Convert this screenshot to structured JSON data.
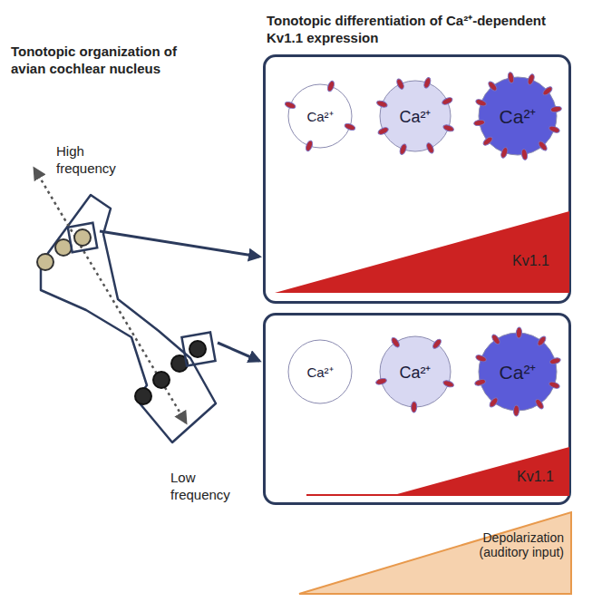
{
  "diagram": {
    "nodes": [
      {
        "text": []
      },
      {
        "text": [
          "Ca²⁺"
        ],
        "in": 0
      },
      {
        "text": [
          "Ca²⁺"
        ],
        "in": 0
      },
      {
        "text": [
          "Ca²⁺"
        ],
        "in": 0
      },
      {
        "text": [
          "Kv1.1"
        ],
        "in": 0
      },
      {
        "text": []
      },
      {
        "text": [
          "Ca²⁺"
        ],
        "in": 5
      },
      {
        "text": [
          "Ca²⁺"
        ],
        "in": 5
      },
      {
        "text": [
          "Ca²⁺"
        ],
        "in": 5
      },
      {
        "text": [
          "Kv1.1"
        ],
        "in": 5
      },
      {
        "text": [
          "Depolarization (auditory input)"
        ]
      }
    ],
    "edges": [],
    "labels": [
      "Tonotopic organization of avian cochlear nucleus",
      "High frequency",
      "Low frequency",
      "Tonotopic differentiation of Ca²⁺-dependent Kv1.1 expression"
    ]
  }
}
